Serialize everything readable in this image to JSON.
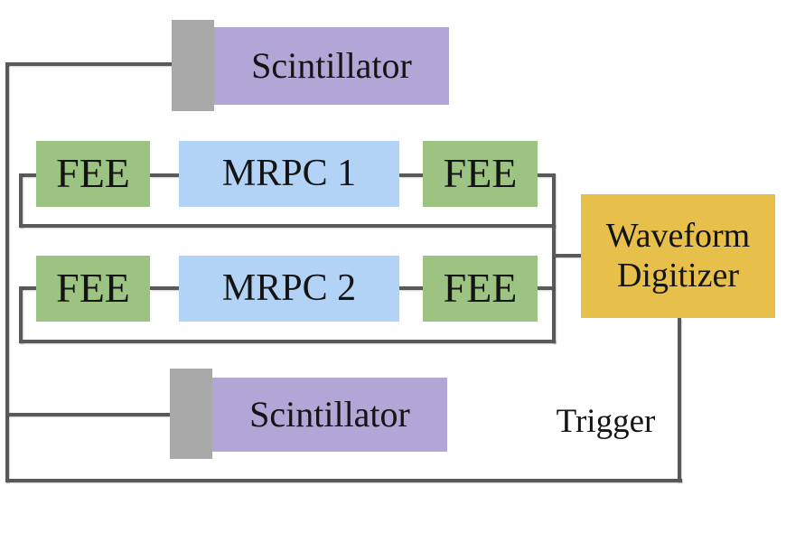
{
  "diagram": {
    "blocks": {
      "scintillator_top": {
        "label": "Scintillator"
      },
      "scintillator_bottom": {
        "label": "Scintillator"
      },
      "fee_top_left": {
        "label": "FEE"
      },
      "fee_top_right": {
        "label": "FEE"
      },
      "fee_bottom_left": {
        "label": "FEE"
      },
      "fee_bottom_right": {
        "label": "FEE"
      },
      "mrpc_1": {
        "label": "MRPC 1"
      },
      "mrpc_2": {
        "label": "MRPC 2"
      },
      "waveform_digitizer": {
        "label": "Waveform Digitizer"
      }
    },
    "annotations": {
      "trigger": "Trigger"
    },
    "colors": {
      "scintillator": "#B1A6D6",
      "fee": "#9CC381",
      "mrpc": "#B2D3F5",
      "digitizer": "#E7C04B",
      "pmt_stub": "#A9A9A9",
      "wire": "#595959",
      "text": "#141414",
      "background": "#FFFFFF"
    }
  }
}
